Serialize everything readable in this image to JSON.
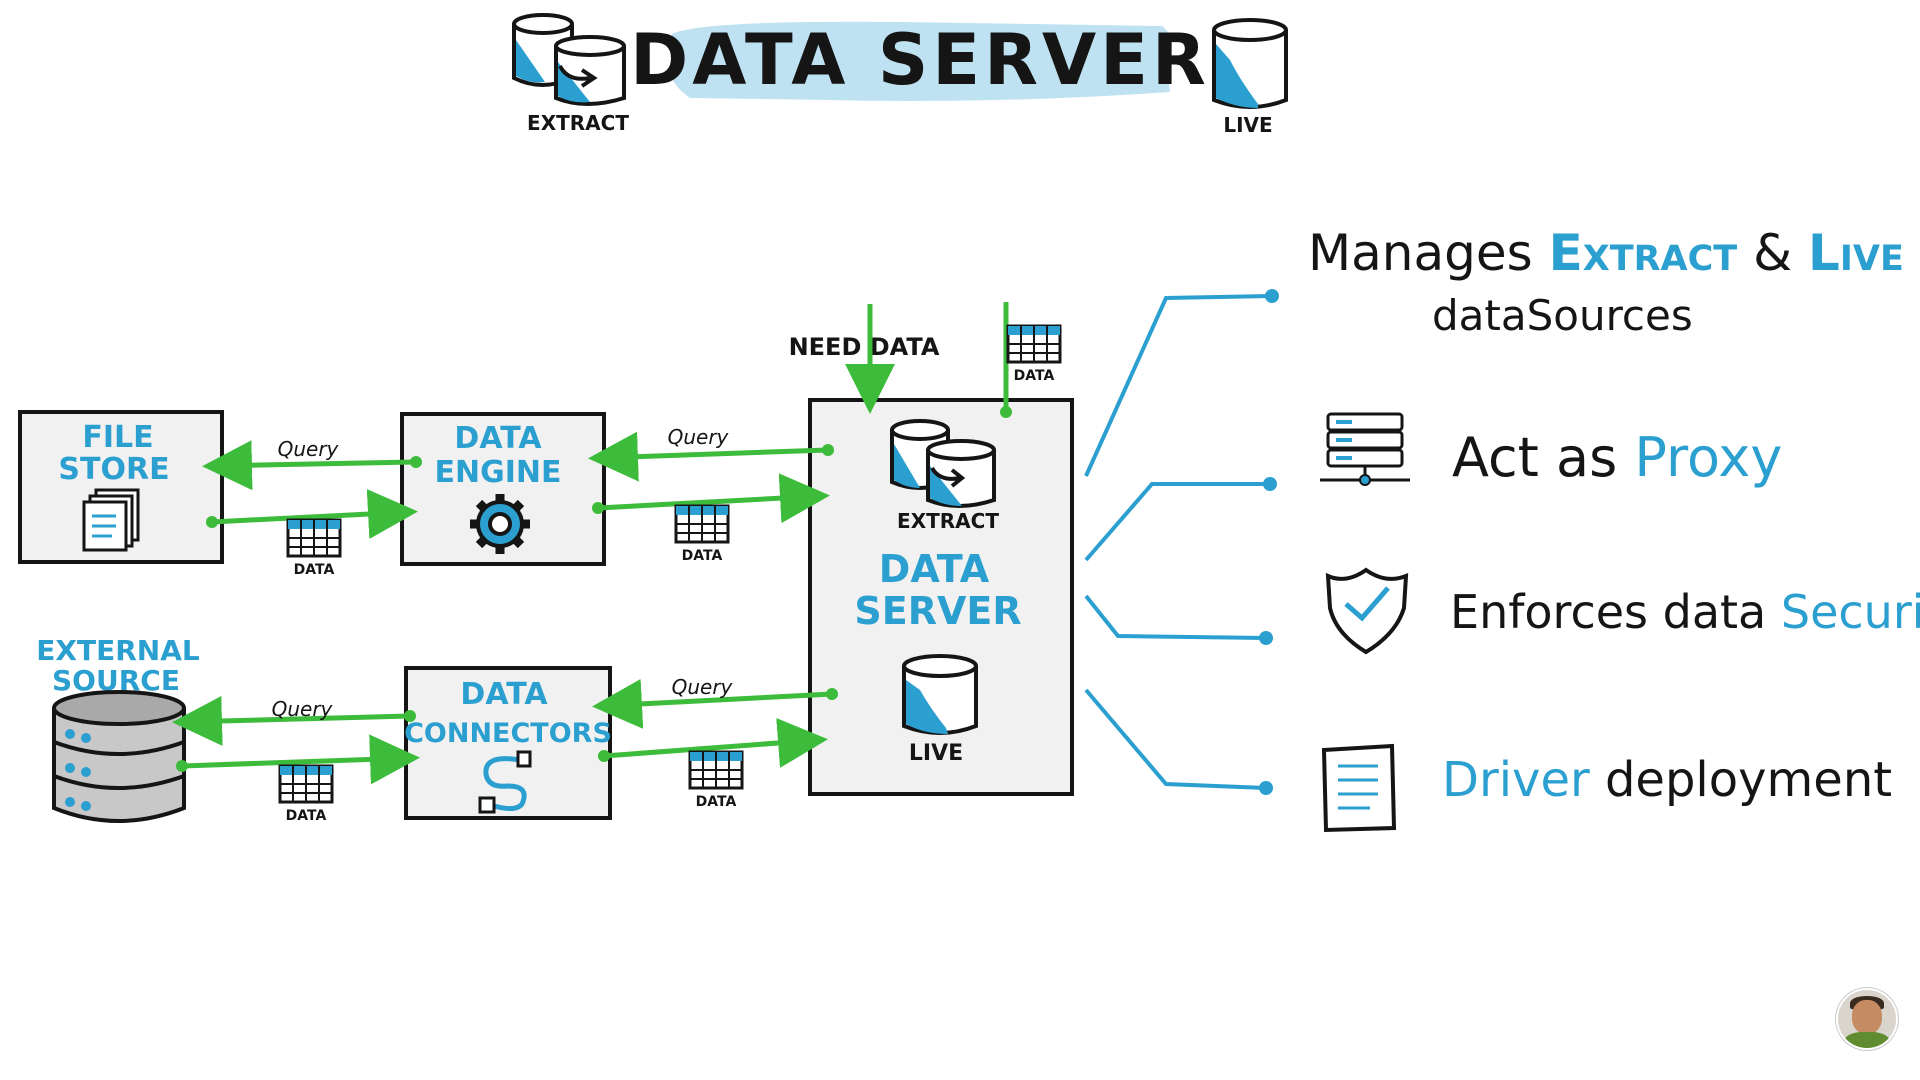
{
  "header": {
    "title": "DATA SERVER",
    "extract_label": "EXTRACT",
    "live_label": "LIVE"
  },
  "diagram": {
    "file_store": [
      "FILE",
      "STORE"
    ],
    "data_engine": [
      "DATA",
      "ENGINE"
    ],
    "external_source": [
      "EXTERNAL",
      "SOURCE"
    ],
    "data_connectors": [
      "DATA",
      "CONNECTORS"
    ],
    "server_box": {
      "title": [
        "DATA",
        "SERVER"
      ],
      "extract_label": "EXTRACT",
      "live_label": "LIVE"
    },
    "need_data": "NEED DATA",
    "edge_labels": {
      "query": "Query",
      "data": "DATA"
    }
  },
  "features": [
    {
      "icon": "database-cylinders-icon",
      "parts": [
        {
          "text": "Manages ",
          "color": "black"
        },
        {
          "text": "Extract",
          "color": "blue"
        },
        {
          "text": " & ",
          "color": "black"
        },
        {
          "text": "Live",
          "color": "blue"
        }
      ],
      "line2": "dataSources"
    },
    {
      "icon": "server-rack-icon",
      "parts": [
        {
          "text": "Act as ",
          "color": "black"
        },
        {
          "text": "Proxy",
          "color": "blue"
        }
      ]
    },
    {
      "icon": "shield-check-icon",
      "parts": [
        {
          "text": "Enforces data ",
          "color": "black"
        },
        {
          "text": "Security",
          "color": "blue"
        }
      ]
    },
    {
      "icon": "document-icon",
      "parts": [
        {
          "text": "Driver",
          "color": "blue"
        },
        {
          "text": " deployment",
          "color": "black"
        }
      ]
    }
  ],
  "colors": {
    "accent_blue": "#2a9fd0",
    "arrow_green": "#3dbb3a",
    "ink": "#151515",
    "box_fill": "#f1f1f1",
    "title_highlight": "#bfe2f2"
  }
}
